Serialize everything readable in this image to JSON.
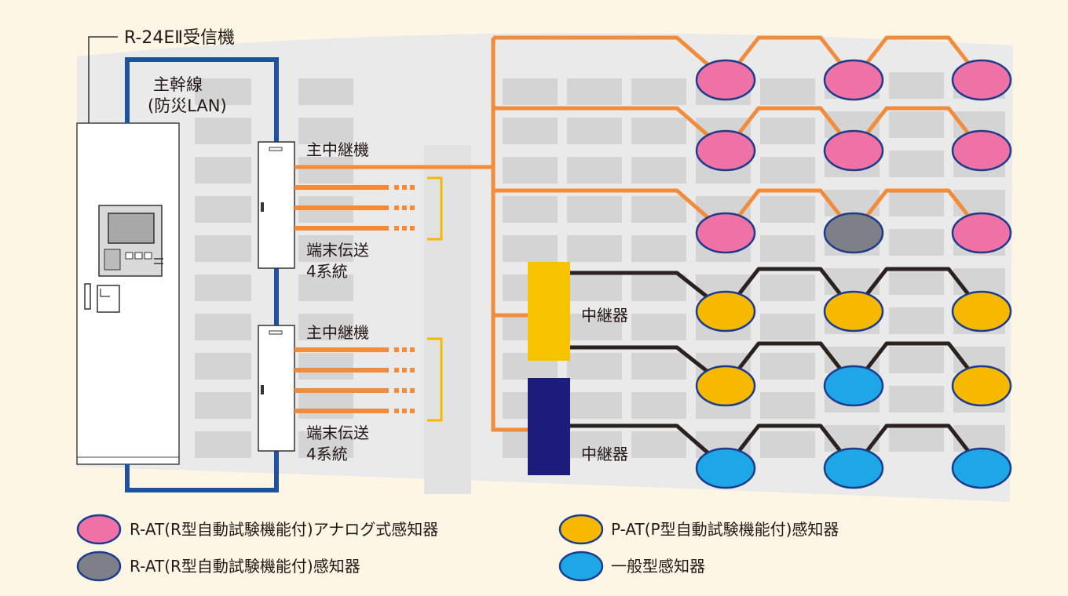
{
  "receiver_label": "R-24EⅡ受信機",
  "main_line_label_1": "主幹線",
  "main_line_label_2": "(防災LAN)",
  "main_relay_1": "主中継機",
  "main_relay_2": "主中継機",
  "terminal_1_line_1": "端末伝送",
  "terminal_1_line_2": "4系統",
  "terminal_2_line_1": "端末伝送",
  "terminal_2_line_2": "4系統",
  "relay_yellow_label": "中継器",
  "relay_navy_label": "中継器",
  "detector_rows": [
    [
      "r-at-analog",
      "r-at-analog",
      "r-at-analog"
    ],
    [
      "r-at-analog",
      "r-at-analog",
      "r-at-analog"
    ],
    [
      "r-at-analog",
      "r-at",
      "r-at-analog"
    ],
    [
      "p-at",
      "p-at",
      "p-at"
    ],
    [
      "p-at",
      "general",
      "p-at"
    ],
    [
      "general",
      "general",
      "general"
    ]
  ],
  "legend": {
    "r_at_analog": "R-AT(R型自動試験機能付)アナログ式感知器",
    "r_at": "R-AT(R型自動試験機能付)感知器",
    "p_at": "P-AT(P型自動試験機能付)感知器",
    "general": "一般型感知器"
  },
  "colors": {
    "background": "#fdf6e4",
    "building": "#eaeaea",
    "panel": "#d4d4d4",
    "main_line": "#1d52a1",
    "orange_line": "#f08c3c",
    "black_line": "#2b2220",
    "yellow_relay": "#f7c200",
    "navy_relay": "#1c1c7c",
    "r_at_analog": "#ee72a6",
    "r_at": "#7e8088",
    "p_at": "#f7b800",
    "general": "#1ea7e6",
    "detector_outline": "#1d3c8c",
    "bracket": "#f5b800"
  }
}
